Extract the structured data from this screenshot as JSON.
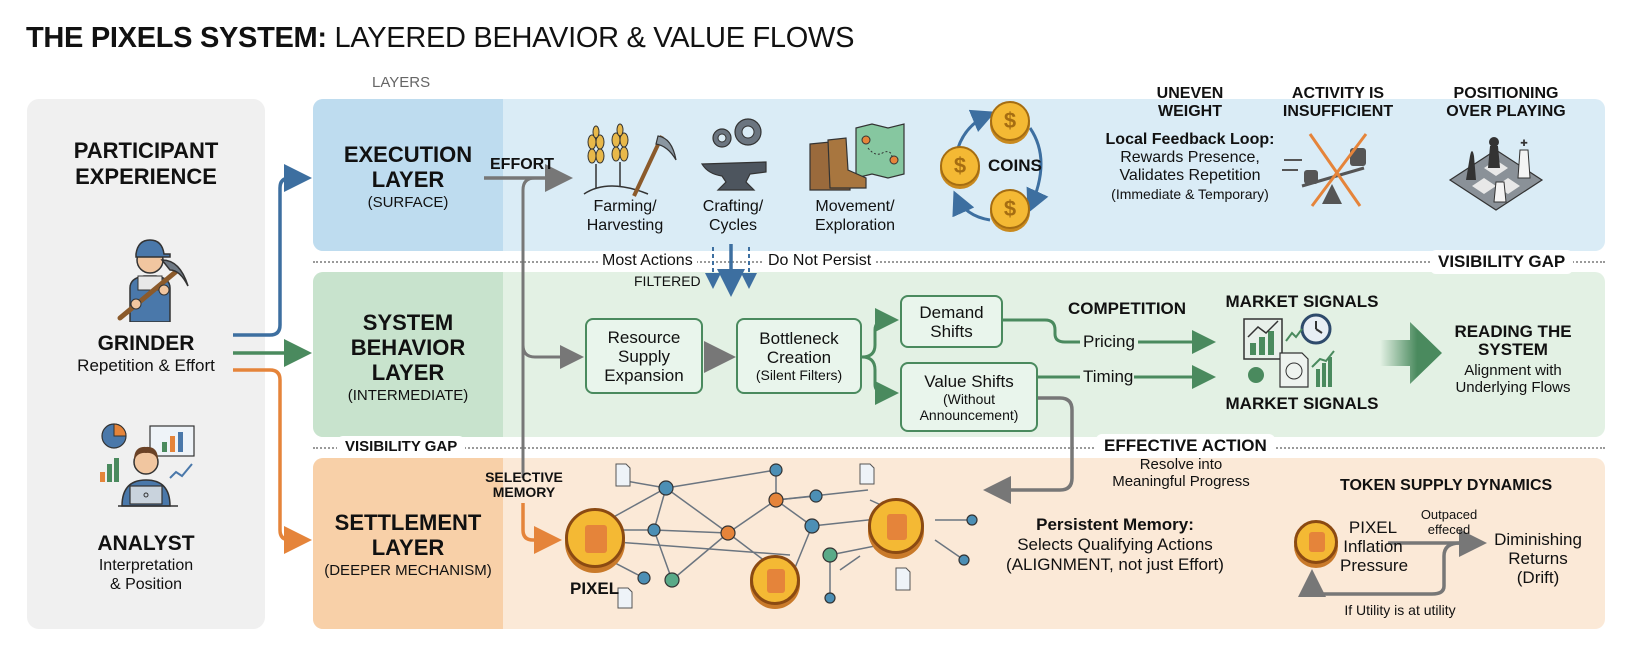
{
  "title": {
    "bold": "THE PIXELS SYSTEM:",
    "rest": "LAYERED BEHAVIOR & VALUE FLOWS"
  },
  "layers_label": "LAYERS",
  "participant": {
    "title_line1": "PARTICIPANT",
    "title_line2": "EXPERIENCE",
    "grinder": {
      "name": "GRINDER",
      "desc": "Repetition & Effort",
      "icon": "miner-with-pickaxe-icon"
    },
    "analyst": {
      "name": "ANALYST",
      "desc_line1": "Interpretation",
      "desc_line2": "& Position",
      "icon": "analyst-with-charts-icon"
    }
  },
  "colors": {
    "execution": "#d6eaf5",
    "execution_label": "#bcdcef",
    "system": "#e1f0e3",
    "system_label": "#c7e3cc",
    "settlement": "#fbe8d6",
    "settlement_label": "#f8cfa6",
    "blue_arrow": "#3d6fa0",
    "green_arrow": "#4a8a5e",
    "orange_arrow": "#e5843a",
    "gray_arrow": "#777777"
  },
  "execution": {
    "title_line1": "EXECUTION",
    "title_line2": "LAYER",
    "sub": "(SURFACE)",
    "effort": "EFFORT",
    "activities": [
      {
        "line1": "Farming/",
        "line2": "Harvesting",
        "icon": "wheat-scythe-icon"
      },
      {
        "line1": "Crafting/",
        "line2": "Cycles",
        "icon": "anvil-gears-icon"
      },
      {
        "line1": "Movement/",
        "line2": "Exploration",
        "icon": "boots-map-icon"
      }
    ],
    "coins": "COINS",
    "uneven_weight_line1": "UNEVEN",
    "uneven_weight_line2": "WEIGHT",
    "feedback_title": "Local Feedback Loop:",
    "feedback_line1": "Rewards Presence,",
    "feedback_line2": "Validates Repetition",
    "feedback_line3": "(Immediate & Temporary)",
    "activity_line1": "ACTIVITY IS",
    "activity_line2": "INSUFFICIENT",
    "positioning_line1": "POSITIONING",
    "positioning_line2": "OVER PLAYING"
  },
  "gap1": {
    "most_actions": "Most Actions",
    "filtered": "FILTERED",
    "do_not_persist": "Do Not Persist",
    "visibility_gap": "VISIBILITY GAP"
  },
  "system": {
    "title_line1": "SYSTEM",
    "title_line2": "BEHAVIOR",
    "title_line3": "LAYER",
    "sub": "(INTERMEDIATE)",
    "resource": {
      "l1": "Resource",
      "l2": "Supply",
      "l3": "Expansion"
    },
    "bottleneck": {
      "l1": "Bottleneck",
      "l2": "Creation",
      "l3": "(Silent Filters)"
    },
    "demand": {
      "l1": "Demand",
      "l2": "Shifts"
    },
    "value": {
      "l1": "Value Shifts",
      "l2": "(Without",
      "l3": "Announcement)"
    },
    "competition": "COMPETITION",
    "pricing": "Pricing",
    "timing": "Timing",
    "market_signals_top": "MARKET SIGNALS",
    "market_signals_bottom": "MARKET SIGNALS",
    "reading_line1": "READING THE",
    "reading_line2": "SYSTEM",
    "reading_sub1": "Alignment with",
    "reading_sub2": "Underlying Flows"
  },
  "gap2": {
    "visibility_gap": "VISIBILITY GAP",
    "effective_action": "EFFECTIVE ACTION",
    "resolve_line1": "Resolve into",
    "resolve_line2": "Meaningful Progress"
  },
  "settlement": {
    "title_line1": "SETTLEMENT",
    "title_line2": "LAYER",
    "sub": "(DEEPER MECHANISM)",
    "selective_line1": "SELECTIVE",
    "selective_line2": "MEMORY",
    "pixel": "PIXEL",
    "persistent_title": "Persistent Memory:",
    "persistent_line1": "Selects Qualifying Actions",
    "persistent_line2": "(ALIGNMENT, not just Effort)",
    "token_title": "TOKEN SUPPLY DYNAMICS",
    "pixel_inflation_l1": "PIXEL",
    "pixel_inflation_l2": "Inflation",
    "pixel_inflation_l3": "Pressure",
    "outpaced_l1": "Outpaced",
    "outpaced_l2": "effeced",
    "diminishing_l1": "Diminishing",
    "diminishing_l2": "Returns",
    "diminishing_l3": "(Drift)",
    "if_utility": "If Utility is at utility"
  }
}
